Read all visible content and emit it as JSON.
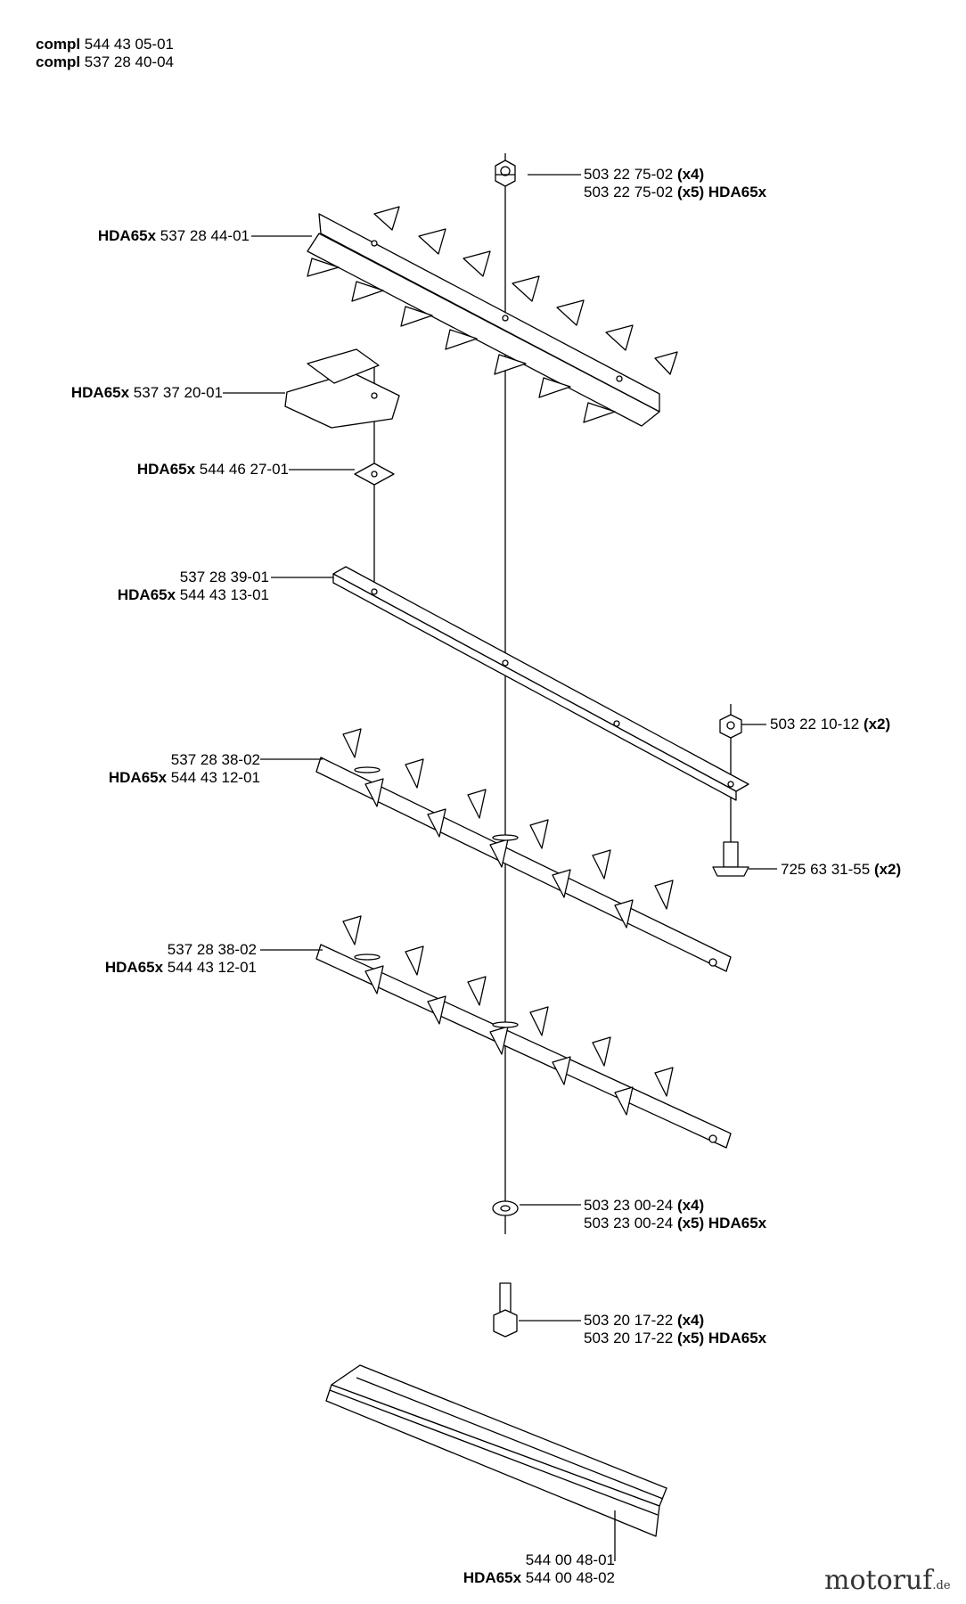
{
  "header": [
    {
      "prefix": "compl",
      "num": "544 43 05-01"
    },
    {
      "prefix": "compl",
      "num": "537 28 40-04"
    }
  ],
  "labels": {
    "nut_top": [
      {
        "num": "503 22 75-02",
        "qty": "(x4)",
        "suffix": ""
      },
      {
        "num": "503 22 75-02",
        "qty": "(x5)",
        "suffix": "HDA65x"
      }
    ],
    "blade_guide": [
      {
        "prefix": "HDA65x",
        "num": "537 28 44-01"
      }
    ],
    "clip": [
      {
        "prefix": "HDA65x",
        "num": "537 37 20-01"
      }
    ],
    "washer_sq": [
      {
        "prefix": "HDA65x",
        "num": "544 46 27-01"
      }
    ],
    "bar": [
      {
        "prefix": "",
        "num": "537 28 39-01"
      },
      {
        "prefix": "HDA65x",
        "num": "544 43 13-01"
      }
    ],
    "nut_right": [
      {
        "num": "503 22 10-12",
        "qty": "(x2)",
        "suffix": ""
      }
    ],
    "blade_1": [
      {
        "prefix": "",
        "num": "537 28 38-02"
      },
      {
        "prefix": "HDA65x",
        "num": "544 43 12-01"
      }
    ],
    "screw_right": [
      {
        "num": "725 63 31-55",
        "qty": "(x2)",
        "suffix": ""
      }
    ],
    "blade_2": [
      {
        "prefix": "",
        "num": "537 28 38-02"
      },
      {
        "prefix": "HDA65x",
        "num": "544 43 12-01"
      }
    ],
    "washer_round": [
      {
        "num": "503 23 00-24",
        "qty": "(x4)",
        "suffix": ""
      },
      {
        "num": "503 23 00-24",
        "qty": "(x5)",
        "suffix": "HDA65x"
      }
    ],
    "bolt": [
      {
        "num": "503 20 17-22",
        "qty": "(x4)",
        "suffix": ""
      },
      {
        "num": "503 20 17-22",
        "qty": "(x5)",
        "suffix": "HDA65x"
      }
    ],
    "protector": [
      {
        "prefix": "",
        "num": "544 00 48-01"
      },
      {
        "prefix": "HDA65x",
        "num": "544 00 48-02"
      }
    ]
  },
  "watermark": {
    "main": "motoruf",
    "sub": ".de"
  }
}
